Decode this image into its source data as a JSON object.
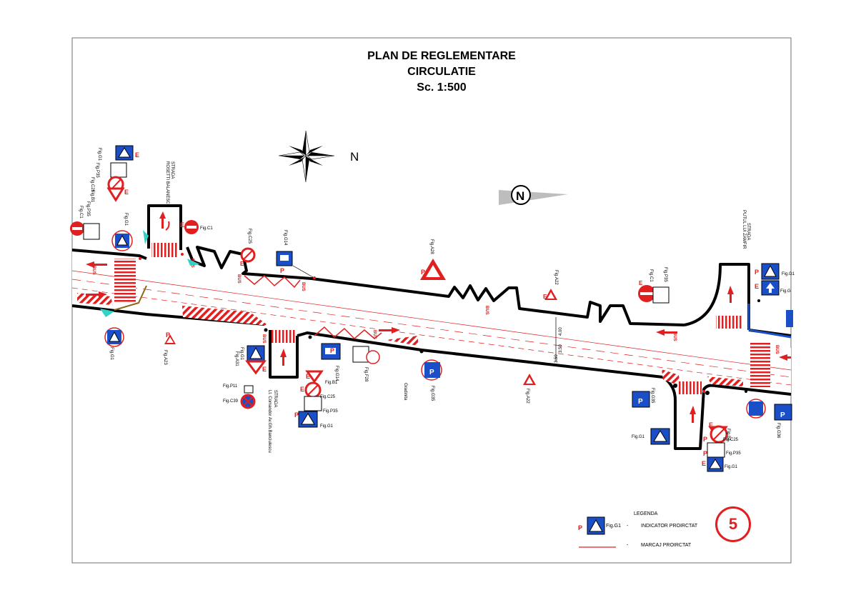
{
  "title": {
    "line1": "PLAN DE REGLEMENTARE",
    "line2": "CIRCULATIE",
    "line3": "Sc. 1:500"
  },
  "north_letter": "N",
  "streets": {
    "rosetti": {
      "prefix": "STRADA",
      "name": "ROSETTI BALANESCU"
    },
    "putul": {
      "prefix": "STRADA",
      "name": "PUTUL LUI ZAMFIR"
    },
    "comandor": {
      "prefix": "STRADA",
      "name": "Lt. Comandor Av.Gh.Banciulescu"
    },
    "gradinita": "Gradinita"
  },
  "dimensions": [
    "4.00",
    "3.50",
    "3.50"
  ],
  "sign_labels": {
    "nw_g1": "Fig.G1",
    "nw_p35": "Fig.P35",
    "nw_c25": "Fig.C25",
    "nw_b1": "Fig.B1",
    "w_c1": "Fig.C1",
    "w_p35": "Fig.P35",
    "w_g1": "Fig.G1",
    "rosetti_c1": "Fig.C1",
    "c25_top": "Fig.C25",
    "g14_top": "Fig.G14",
    "a28_top": "Fig.A28",
    "a22_top": "Fig.A22",
    "c1_east": "Fig.C1",
    "p35_east": "Fig.P35",
    "ne_g1": "Fig.G1",
    "ne_g": "Fig.G",
    "sw_g1": "Fig.G1",
    "sw_a23": "Fig.A23",
    "com_g1": "Fig.G1",
    "com_a31": "Fig.A31",
    "com_p11": "Fig.P11",
    "com_c39": "Fig.C39",
    "s_g14": "Fig.G14",
    "s_b1": "Fig.B1",
    "s_c25": "Fig.C25",
    "s_p35": "Fig.P35",
    "s_g1": "Fig.G1",
    "s_f28": "Fig.F28",
    "s_g35": "Fig.G35",
    "s_a22": "Fig.A22",
    "se_g35": "Fig.G35",
    "se_g1": "Fig.G1",
    "se_b1": "Fig.B1",
    "se_c25": "Fig.C25",
    "se_p35": "Fig.P35",
    "se_g1b": "Fig.G1",
    "e_g36": "Fig.G36"
  },
  "bus_label": "BUS",
  "letters": {
    "p": "P",
    "e": "E"
  },
  "legend": {
    "heading": "LEGENDA",
    "sign_fig": "Fig.G1",
    "sign_dash": "-",
    "sign_text": "INDICATOR PROIRCTAT",
    "line_dash": "-",
    "line_text": "MARCAJ PROIRCTAT"
  },
  "page_number": "5",
  "colors": {
    "sign_red": "#e02020",
    "sign_blue": "#1a4fc8",
    "kerb": "#000000",
    "zebra": "#e02020",
    "island": "#31d3c6",
    "marking": "#e02020"
  }
}
